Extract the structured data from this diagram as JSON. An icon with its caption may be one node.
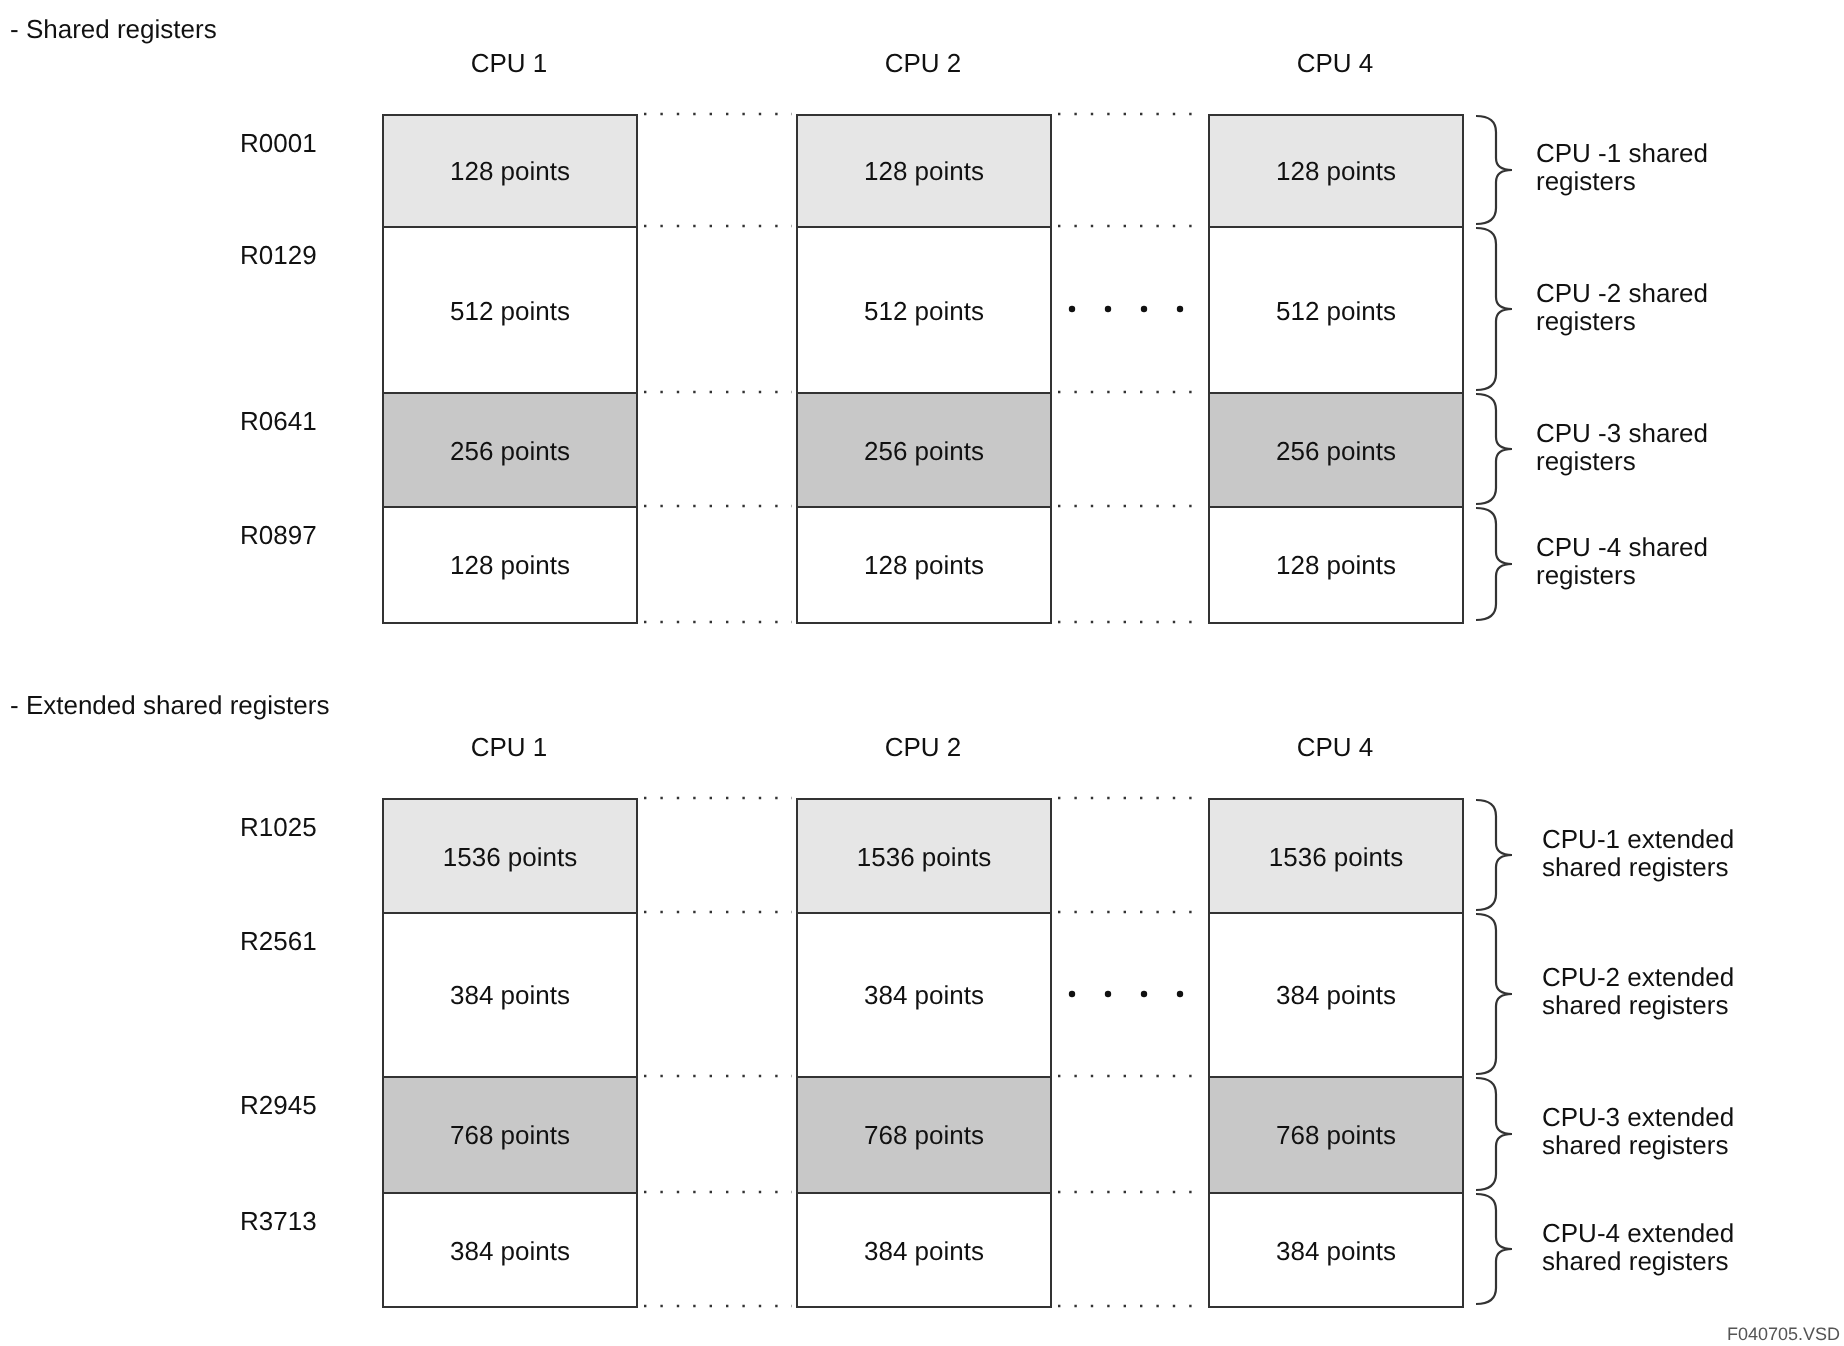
{
  "diagram": {
    "nodes": [
      {
        "text": [
          "128 points"
        ]
      },
      {
        "text": [
          "128 points"
        ]
      },
      {
        "text": [
          "128 points"
        ]
      },
      {
        "text": [
          "512 points"
        ]
      },
      {
        "text": [
          "512 points"
        ]
      },
      {
        "text": [
          "512 points"
        ]
      },
      {
        "text": [
          "256 points"
        ]
      },
      {
        "text": [
          "256 points"
        ]
      },
      {
        "text": [
          "256 points"
        ]
      },
      {
        "text": [
          "128 points"
        ]
      },
      {
        "text": [
          "128 points"
        ]
      },
      {
        "text": [
          "128 points"
        ]
      },
      {
        "text": [
          "1536 points"
        ]
      },
      {
        "text": [
          "1536 points"
        ]
      },
      {
        "text": [
          "1536 points"
        ]
      },
      {
        "text": [
          "384 points"
        ]
      },
      {
        "text": [
          "384 points"
        ]
      },
      {
        "text": [
          "384 points"
        ]
      },
      {
        "text": [
          "768 points"
        ]
      },
      {
        "text": [
          "768 points"
        ]
      },
      {
        "text": [
          "768 points"
        ]
      },
      {
        "text": [
          "384 points"
        ]
      },
      {
        "text": [
          "384 points"
        ]
      },
      {
        "text": [
          "384 points"
        ]
      }
    ],
    "labels": [
      "- Shared registers",
      "CPU 1",
      "CPU 2",
      "CPU 4",
      "R0001",
      "R0129",
      "R0641",
      "R0897",
      "CPU -1 shared registers",
      "CPU -2 shared registers",
      "CPU -3 shared registers",
      "CPU -4 shared registers",
      "- Extended shared registers",
      "CPU 1",
      "CPU 2",
      "CPU 4",
      "R1025",
      "R2561",
      "R2945",
      "R3713",
      "CPU-1 extended shared registers",
      "CPU-2 extended shared registers",
      "CPU-3 extended shared registers",
      "CPU-4 extended shared registers",
      "F040705.VSD"
    ]
  }
}
